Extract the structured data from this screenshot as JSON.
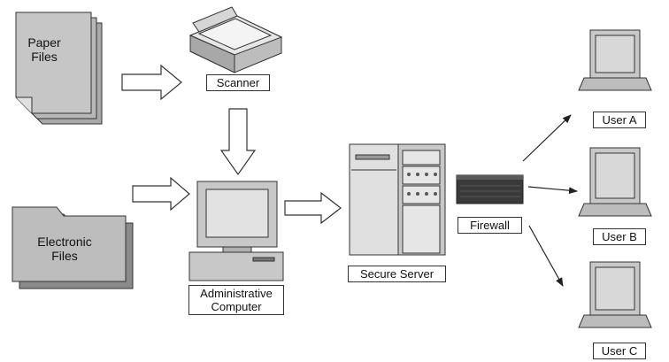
{
  "nodes": {
    "paper_files": {
      "label_line1": "Paper",
      "label_line2": "Files"
    },
    "scanner": {
      "label": "Scanner"
    },
    "electronic_files": {
      "label_line1": "Electronic",
      "label_line2": "Files"
    },
    "admin_computer": {
      "label_line1": "Administrative",
      "label_line2": "Computer"
    },
    "secure_server": {
      "label": "Secure Server"
    },
    "firewall": {
      "label": "Firewall"
    },
    "user_a": {
      "label": "User A"
    },
    "user_b": {
      "label": "User B"
    },
    "user_c": {
      "label": "User C"
    }
  },
  "colors": {
    "device_light": "#e4e4e4",
    "device_mid": "#c8c8c8",
    "device_dark": "#7a7a7a",
    "outline": "#333333",
    "screen": "#d2d2d2",
    "firewall": "#3a3a3a",
    "paper": "#bdbdbd"
  }
}
